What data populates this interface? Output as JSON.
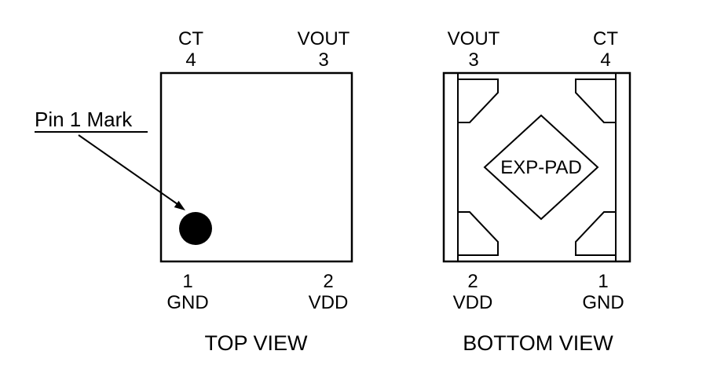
{
  "figure": {
    "background_color": "#ffffff",
    "line_color": "#000000"
  },
  "top_view": {
    "title": "TOP VIEW",
    "pin1_mark_label": "Pin 1 Mark",
    "pins": {
      "top_left_name": "CT",
      "top_left_number": "4",
      "top_right_name": "VOUT",
      "top_right_number": "3",
      "bottom_left_number": "1",
      "bottom_left_name": "GND",
      "bottom_right_number": "2",
      "bottom_right_name": "VDD"
    }
  },
  "bottom_view": {
    "title": "BOTTOM VIEW",
    "exp_pad_label": "EXP-PAD",
    "pins": {
      "top_left_name": "VOUT",
      "top_left_number": "3",
      "top_right_name": "CT",
      "top_right_number": "4",
      "bottom_left_number": "2",
      "bottom_left_name": "VDD",
      "bottom_right_number": "1",
      "bottom_right_name": "GND"
    }
  }
}
